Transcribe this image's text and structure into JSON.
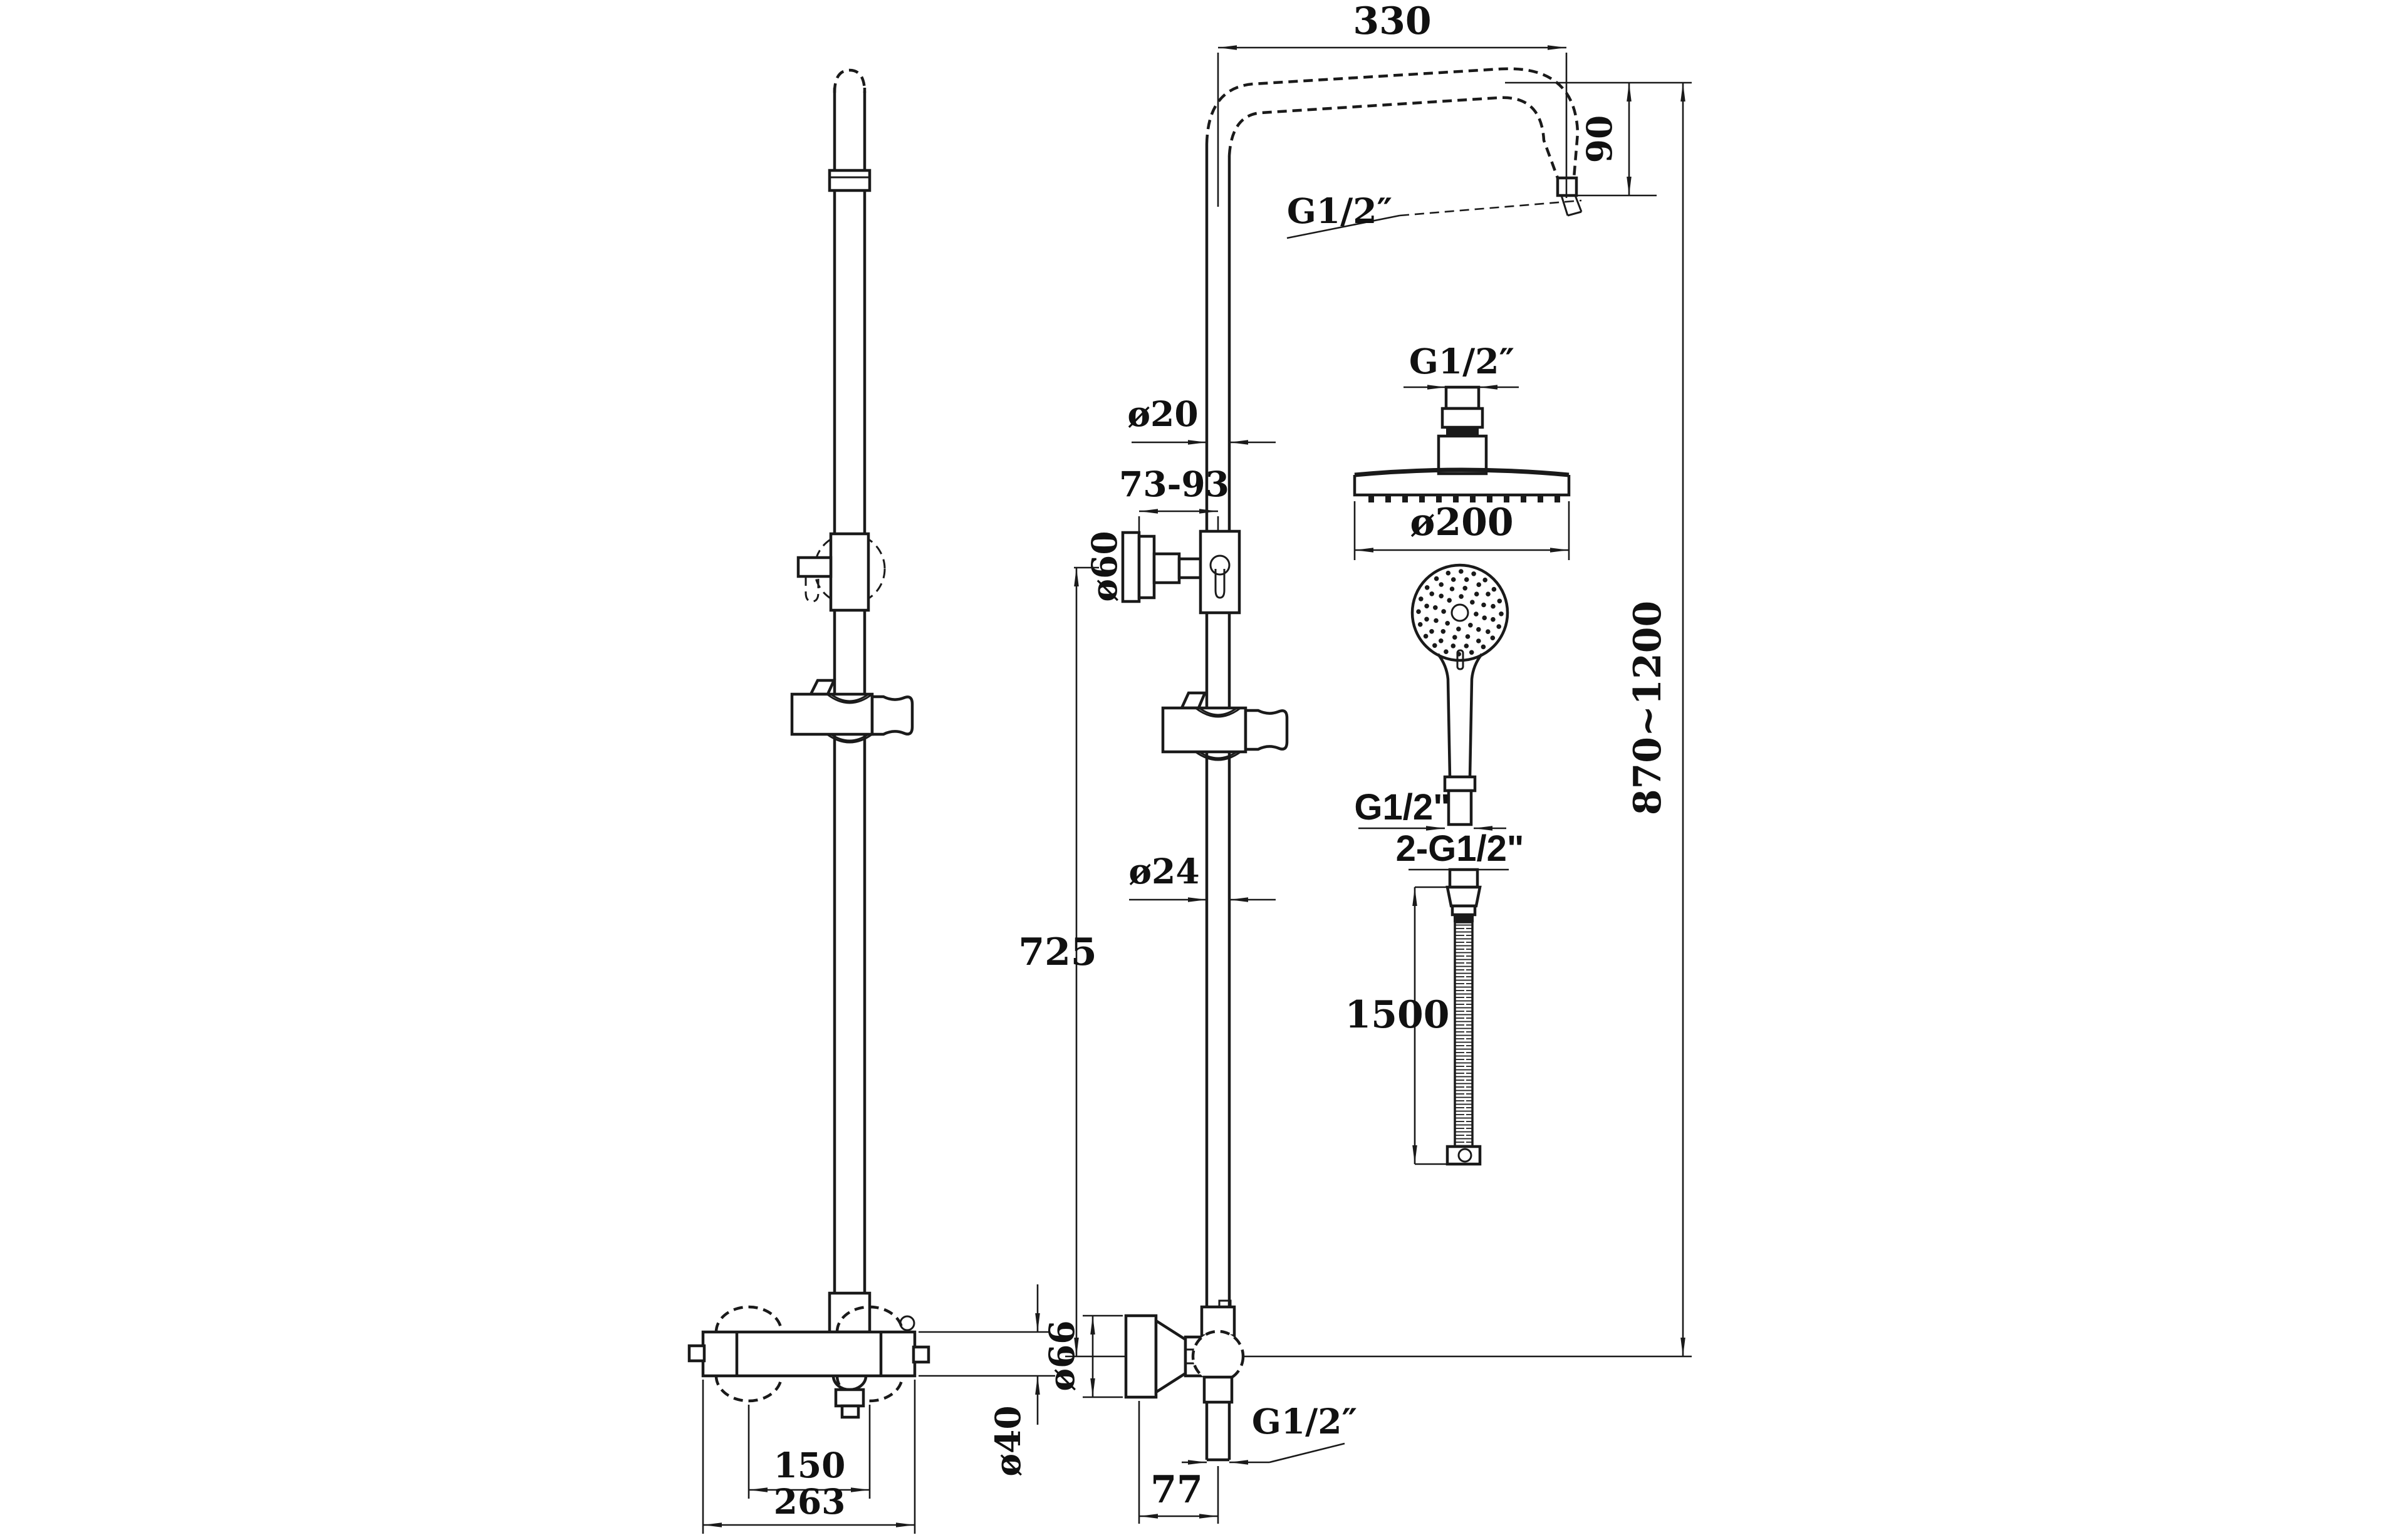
{
  "drawing": {
    "title": "thermostatic shower column dimensional drawing",
    "colors": {
      "line": "#1a1a1a",
      "background": "#ffffff"
    },
    "labels": {
      "arm_length": "330",
      "arm_drop": "90",
      "arm_thread": "G1/2″",
      "head_thread": "G1/2″",
      "head_diameter": "ø200",
      "riser_upper_diameter": "ø20",
      "bracket_range": "73-93",
      "bracket_plate_diameter": "ø60",
      "overall_height": "870~1200",
      "handshower_thread": "G1/2\"",
      "hose_threads": "2-G1/2\"",
      "hose_length": "1500",
      "riser_lower_diameter": "ø24",
      "riser_height": "725",
      "valve_flange_diameter": "ø66",
      "valve_outlet_thread": "G1/2″",
      "valve_outlet_offset": "77",
      "valve_port_spacing": "150",
      "valve_width": "263",
      "valve_body_diameter": "ø40"
    }
  }
}
